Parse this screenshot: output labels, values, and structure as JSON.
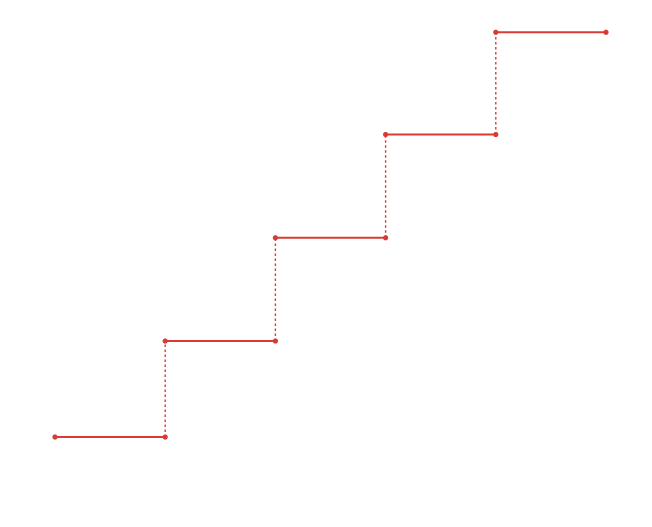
{
  "chart_data": {
    "type": "line",
    "style": "step",
    "axes_visible": false,
    "grid": false,
    "color": "#d93a34",
    "xlim": [
      0,
      5
    ],
    "ylim": [
      0,
      4
    ],
    "steps": [
      {
        "x_start": 0,
        "x_end": 1,
        "y": 0
      },
      {
        "x_start": 1,
        "x_end": 2,
        "y": 0.93
      },
      {
        "x_start": 2,
        "x_end": 3,
        "y": 1.93
      },
      {
        "x_start": 3,
        "x_end": 4,
        "y": 2.93
      },
      {
        "x_start": 4,
        "x_end": 5,
        "y": 3.92
      }
    ]
  }
}
